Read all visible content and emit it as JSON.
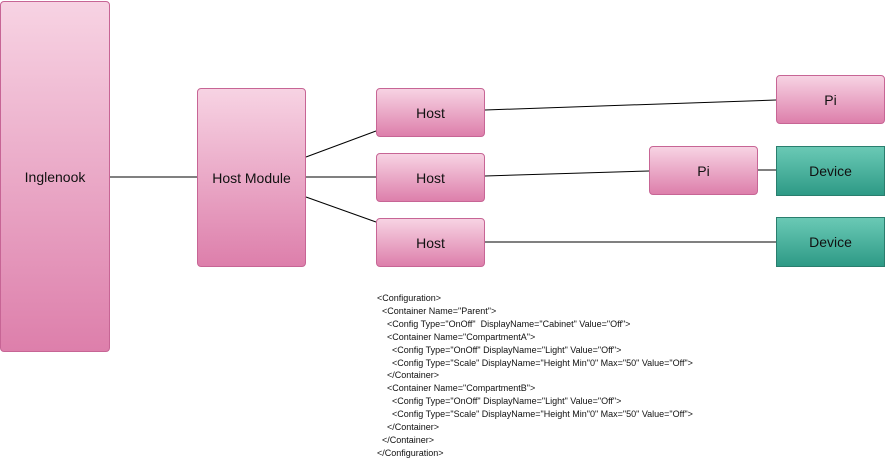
{
  "nodes": {
    "inglenook": "Inglenook",
    "host_module": "Host Module",
    "host_1": "Host",
    "host_2": "Host",
    "host_3": "Host",
    "pi_top": "Pi",
    "pi_mid": "Pi",
    "device_1": "Device",
    "device_2": "Device"
  },
  "colors": {
    "pink_top": "#f7d3e3",
    "pink_bottom": "#dd7fab",
    "teal_top": "#6ac9b5",
    "teal_bottom": "#2e9a86",
    "edge": "#000000"
  },
  "xml_lines": [
    "<Configuration>",
    "  <Container Name=\"Parent\">",
    "    <Config Type=\"OnOff\"  DisplayName=\"Cabinet\" Value=\"Off\">",
    "    <Container Name=\"CompartmentA\">",
    "      <Config Type=\"OnOff\" DisplayName=\"Light\" Value=\"Off\">",
    "      <Config Type=\"Scale\" DisplayName=\"Height Min\"0\" Max=\"50\" Value=\"Off\">",
    "    </Container>",
    "    <Container Name=\"CompartmentB\">",
    "      <Config Type=\"OnOff\" DisplayName=\"Light\" Value=\"Off\">",
    "      <Config Type=\"Scale\" DisplayName=\"Height Min\"0\" Max=\"50\" Value=\"Off\">",
    "    </Container>",
    "  </Container>",
    "</Configuration>"
  ]
}
